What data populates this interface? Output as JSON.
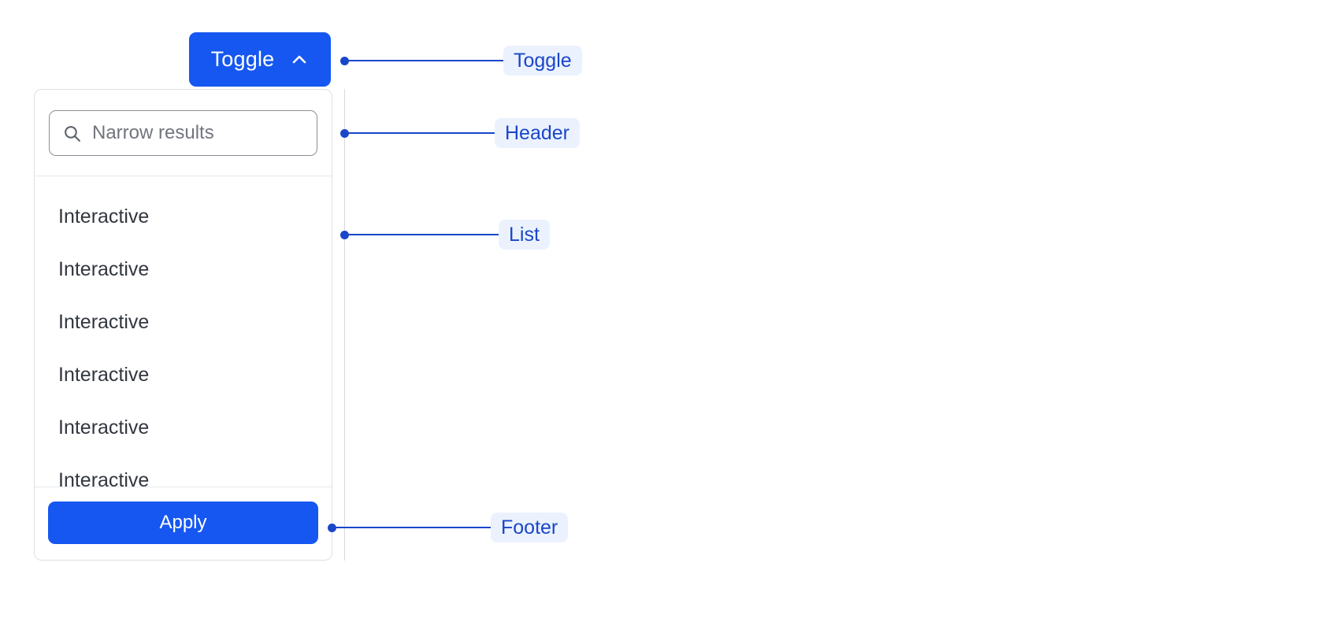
{
  "toggle": {
    "label": "Toggle",
    "icon": "chevron-up-icon",
    "background_color": "#1557f0",
    "text_color": "#ffffff"
  },
  "panel": {
    "border_color": "#dcdfe4",
    "background_color": "#ffffff",
    "header": {
      "search": {
        "icon": "search-icon",
        "placeholder": "Narrow results",
        "value": ""
      }
    },
    "list": {
      "items": [
        {
          "label": "Interactive"
        },
        {
          "label": "Interactive"
        },
        {
          "label": "Interactive"
        },
        {
          "label": "Interactive"
        },
        {
          "label": "Interactive"
        },
        {
          "label": "Interactive"
        }
      ]
    },
    "footer": {
      "apply_label": "Apply",
      "apply_background_color": "#1557f0",
      "apply_text_color": "#ffffff"
    }
  },
  "annotations": {
    "accent_color": "#1a46c8",
    "pill_background_color": "#ebf2fe",
    "items": [
      {
        "label": "Toggle"
      },
      {
        "label": "Header"
      },
      {
        "label": "List"
      },
      {
        "label": "Footer"
      }
    ]
  }
}
